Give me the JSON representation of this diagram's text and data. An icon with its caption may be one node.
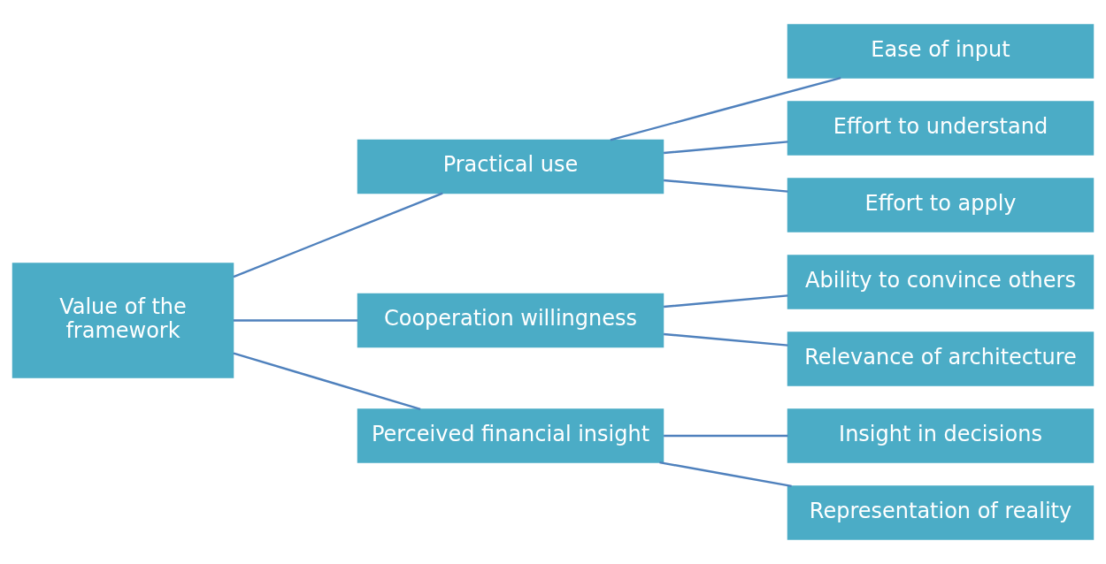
{
  "diagram": {
    "nodes": [
      {
        "text": [
          "Value of the framework"
        ]
      },
      {
        "text": [
          "Practical use"
        ]
      },
      {
        "text": [
          "Cooperation willingness"
        ]
      },
      {
        "text": [
          "Perceived financial insight"
        ]
      },
      {
        "text": [
          "Ease of input"
        ]
      },
      {
        "text": [
          "Effort to understand"
        ]
      },
      {
        "text": [
          "Effort to apply"
        ]
      },
      {
        "text": [
          "Ability to convince others"
        ]
      },
      {
        "text": [
          "Relevance of architecture"
        ]
      },
      {
        "text": [
          "Insight in decisions"
        ]
      },
      {
        "text": [
          "Representation of reality"
        ]
      }
    ],
    "edges": [
      {
        "from": 0,
        "to": 1,
        "arrow": "none"
      },
      {
        "from": 0,
        "to": 2,
        "arrow": "none"
      },
      {
        "from": 0,
        "to": 3,
        "arrow": "none"
      },
      {
        "from": 1,
        "to": 4,
        "arrow": "none"
      },
      {
        "from": 1,
        "to": 5,
        "arrow": "none"
      },
      {
        "from": 1,
        "to": 6,
        "arrow": "none"
      },
      {
        "from": 2,
        "to": 7,
        "arrow": "none"
      },
      {
        "from": 2,
        "to": 8,
        "arrow": "none"
      },
      {
        "from": 3,
        "to": 9,
        "arrow": "none"
      },
      {
        "from": 3,
        "to": 10,
        "arrow": "none"
      }
    ]
  }
}
